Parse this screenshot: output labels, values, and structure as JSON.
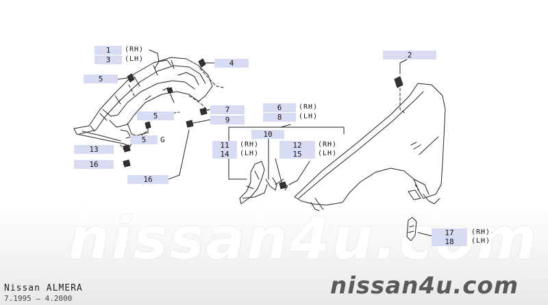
{
  "callouts": [
    {
      "id": "c1",
      "label": "1"
    },
    {
      "id": "c3",
      "label": "3"
    },
    {
      "id": "c4",
      "label": "4"
    },
    {
      "id": "c5a",
      "label": "5"
    },
    {
      "id": "c5b",
      "label": "5"
    },
    {
      "id": "c5c",
      "label": "5"
    },
    {
      "id": "g",
      "label": "G"
    },
    {
      "id": "c7",
      "label": "7"
    },
    {
      "id": "c9",
      "label": "9"
    },
    {
      "id": "c13",
      "label": "13"
    },
    {
      "id": "c16a",
      "label": "16"
    },
    {
      "id": "c16b",
      "label": "16"
    },
    {
      "id": "c2",
      "label": "2"
    },
    {
      "id": "c6",
      "label": "6"
    },
    {
      "id": "c8",
      "label": "8"
    },
    {
      "id": "c10",
      "label": "10"
    },
    {
      "id": "c11",
      "label": "11"
    },
    {
      "id": "c14",
      "label": "14"
    },
    {
      "id": "c12",
      "label": "12"
    },
    {
      "id": "c15",
      "label": "15"
    },
    {
      "id": "c17",
      "label": "17"
    },
    {
      "id": "c18",
      "label": "18"
    }
  ],
  "side_labels": {
    "rh": "(RH)",
    "lh": "(LH)"
  },
  "watermark": {
    "large": "nissan4u.com",
    "small": "nissan4u.com"
  },
  "footer": {
    "model": "Nissan ALMERA",
    "dates": "7.1995 — 4.2000"
  }
}
